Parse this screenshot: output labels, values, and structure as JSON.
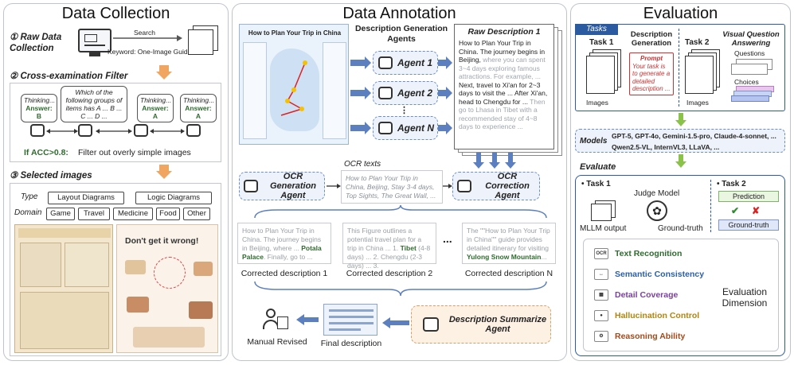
{
  "panels": {
    "collection": "Data Collection",
    "annotation": "Data Annotation",
    "evaluation": "Evaluation"
  },
  "collection": {
    "step1": "① Raw Data Collection",
    "search": "Search",
    "keyword": "Keyword: One-Image Guide",
    "step2": "② Cross-examination Filter",
    "thinking": "Thinking...",
    "answer_b": "Answer: B",
    "answer_a": "Answer: A",
    "question": "Which of the following groups of items has A ... B ... C ... D ...",
    "acc": "If ACC>0.8:",
    "filter": "Filter out overly simple images",
    "step3": "③ Selected images",
    "type_label": "Type",
    "types": [
      "Layout Diagrams",
      "Logic Diagrams"
    ],
    "domain_label": "Domain",
    "domains": [
      "Game",
      "Travel",
      "Medicine",
      "Food",
      "Other"
    ],
    "guide_heading": "Don't get it wrong!"
  },
  "annotation": {
    "map_title": "How to Plan Your Trip in China",
    "desc_agents": "Description Generation Agents",
    "agents": [
      "Agent 1",
      "Agent 2",
      "Agent N"
    ],
    "raw_title": "Raw Description 1",
    "raw_text_a": "How to Plan Your Trip in China. The journey begins in Beijing,",
    "raw_text_b": "where you can spent 3~4 days exploring famous attractions. For example, ...",
    "raw_text_c": "Next, travel to Xi'an for 2~3 days to visit the ...",
    "raw_text_d": "After Xi'an, head to Chengdu for ...",
    "raw_text_e": "Then go to Lhasa in Tibet with a recommended stay of 4~8 days to experience ...",
    "ocr_gen": "OCR Generation Agent",
    "ocr_texts": "OCR texts",
    "ocr_sample": "How to Plan Your Trip in China, Beijing, Stay 3-4 days, Top Sights, The Great Wall, ...",
    "ocr_corr": "OCR Correction Agent",
    "c1_text": "How to Plan Your Trip in China. The journey begins in Beijing, where ...",
    "c1_bold": "Potala Palace",
    "c1_tail": ". Finally, go to ...",
    "c2_text": "This Figure outlines a potential travel plan for a trip in China ... 1.",
    "c2_bold": "Tibet",
    "c2_tail": "(4-8 days) ... 2. Chengdu (2-3 days) ... 3.",
    "cn_text": "The \"\"How to Plan Your Trip in China\"\" guide provides detailed itinerary for visiting",
    "cn_bold": "Yulong Snow Mountain",
    "cn_tail": "...",
    "ellipsis": "...",
    "cd1": "Corrected description 1",
    "cd2": "Corrected description 2",
    "cdn": "Corrected description N",
    "summ": "Description Summarize Agent",
    "final": "Final description",
    "manual": "Manual Revised"
  },
  "evaluation": {
    "tasks": "Tasks",
    "task1": "Task 1",
    "desc_gen": "Description Generation",
    "prompt": "Prompt",
    "prompt_text": "Your task is to generate a detailed description ...",
    "task2": "Task 2",
    "vqa": "Visual Question Answering",
    "questions": "Questions",
    "choices": "Choices",
    "images": "Images",
    "models_label": "Models",
    "models_line1": "GPT-5, GPT-4o, Gemini-1.5-pro, Claude-4-sonnet, ...",
    "models_line2": "Qwen2.5-VL, InternVL3, LLaVA, ...",
    "evaluate": "Evaluate",
    "e_task1": "• Task 1",
    "e_task2": "• Task 2",
    "judge": "Judge Model",
    "mllm": "MLLM output",
    "gt": "Ground-truth",
    "prediction": "Prediction",
    "gt2": "Ground-truth",
    "dims": [
      {
        "label": "Text Recognition",
        "color": "#2e6b2e",
        "icon": "OCR"
      },
      {
        "label": "Semantic Consistency",
        "color": "#2a5fa8",
        "icon": "↔"
      },
      {
        "label": "Detail Coverage",
        "color": "#7b3fa0",
        "icon": "▦"
      },
      {
        "label": "Hallucination Control",
        "color": "#b5840d",
        "icon": "●"
      },
      {
        "label": "Reasoning Ability",
        "color": "#a24a1c",
        "icon": "⚙"
      }
    ],
    "eval_dim": "Evaluation Dimension"
  }
}
